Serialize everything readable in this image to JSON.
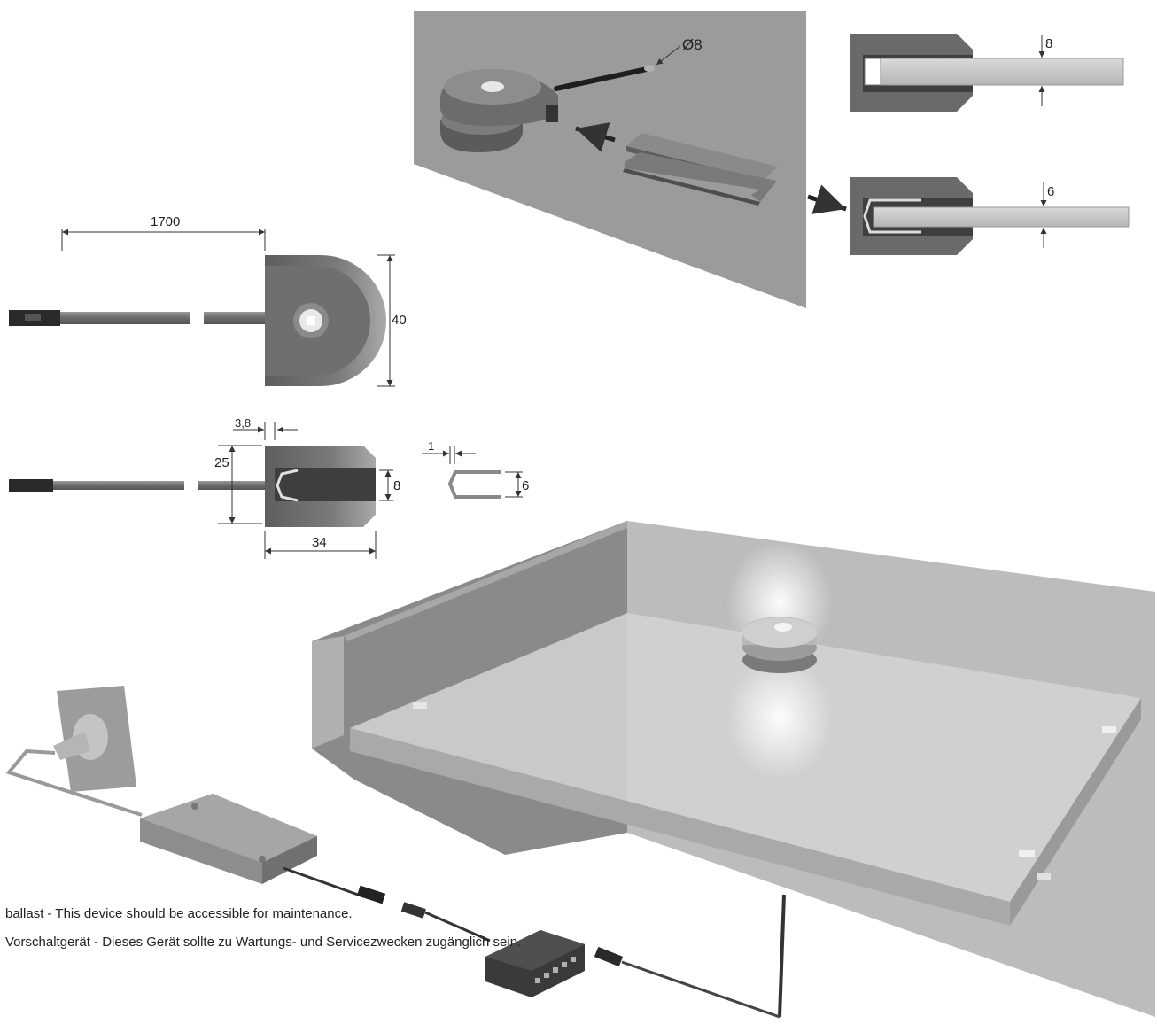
{
  "dimensions": {
    "cable_length": "1700",
    "diameter": "Ø8",
    "height": "40",
    "clip_offset": "3,8",
    "side_height": "25",
    "slot_height": "8",
    "width": "34",
    "clip_thickness": "1",
    "clip_height": "6",
    "detail_glass_8": "8",
    "detail_glass_6": "6"
  },
  "notes": {
    "ballast_en": "ballast - This device should be accessible for maintenance.",
    "ballast_de": "Vorschaltgerät - Dieses Gerät sollte zu Wartungs- und Servicezwecken zugänglich sein."
  },
  "colors": {
    "wall": "#9a9a9a",
    "housing": "#6e6e6e",
    "glass": "#c4c4c4",
    "dimension_line": "#333333"
  }
}
